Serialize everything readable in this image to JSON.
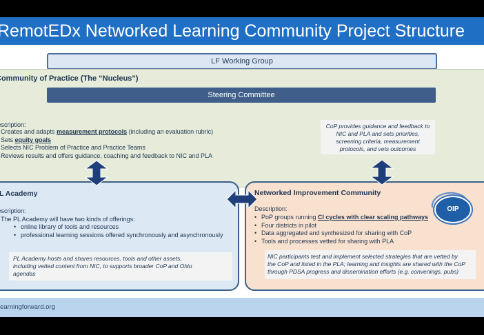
{
  "title": "RemotEDx Networked Learning Community Project Structure",
  "lf_working_group": "LF Working Group",
  "cop": {
    "title": "Community of Practice (The “Nucleus”)",
    "steering": "Steering Committee",
    "desc_label": "Description:",
    "items": [
      {
        "pre": "Creates and adapts ",
        "u": "measurement protocols",
        "post": " (including an evaluation rubric)"
      },
      {
        "pre": "Sets ",
        "u": "equity goals",
        "post": ""
      },
      {
        "pre": "Selects NIC Problem of Practice and Practice Teams",
        "u": "",
        "post": ""
      },
      {
        "pre": "Reviews results and offers guidance, coaching and feedback to NIC and PLA",
        "u": "",
        "post": ""
      }
    ],
    "note_lines": [
      "CoP provides guidance and feedback to",
      "NIC and PLA and sets priorities,",
      "screening criteria, measurement",
      "protocols, and vets outcomes"
    ]
  },
  "pla": {
    "title": "PL Academy",
    "desc_label": "Description:",
    "intro": "The PL Academy will have two kinds of offerings:",
    "items": [
      "online library of tools and resources",
      "professional learning sessions offered synchronously and asynchronously"
    ],
    "note_lines": [
      "PL Academy hosts and shares resources, tools and other assets,",
      "including vetted content from NIC, to supports broader CoP and Ohio",
      "agendas"
    ]
  },
  "nic": {
    "title": "Networked Improvement Community",
    "desc_label": "Description:",
    "items": [
      {
        "pre": "PoP groups running ",
        "u": "CI cycles with clear scaling pathways",
        "post": ""
      },
      {
        "pre": "Four districts in pilot",
        "u": "",
        "post": ""
      },
      {
        "pre": "Data aggregated and synthesized for sharing with CoP",
        "u": "",
        "post": ""
      },
      {
        "pre": "Tools and processes vetted for sharing with PLA",
        "u": "",
        "post": ""
      }
    ],
    "note_lines": [
      "NIC participants test and implement selected strategies that are vetted by",
      "the CoP and listed in the PLA; learning and insights are shared with the CoP",
      "through PDSA progress and dissemination efforts (e.g. convenings, pubs)"
    ],
    "badge": "OIP"
  },
  "footer": "learningforward.org",
  "colors": {
    "title_bar": "#1f6fc5",
    "steering": "#3f5f8a",
    "cop_bg": "#e6ecd9",
    "pla_bg": "#dce8f3",
    "nic_bg": "#f9e1cf",
    "arrow": "#1f3f7a",
    "footer": "#b9d4ec"
  }
}
